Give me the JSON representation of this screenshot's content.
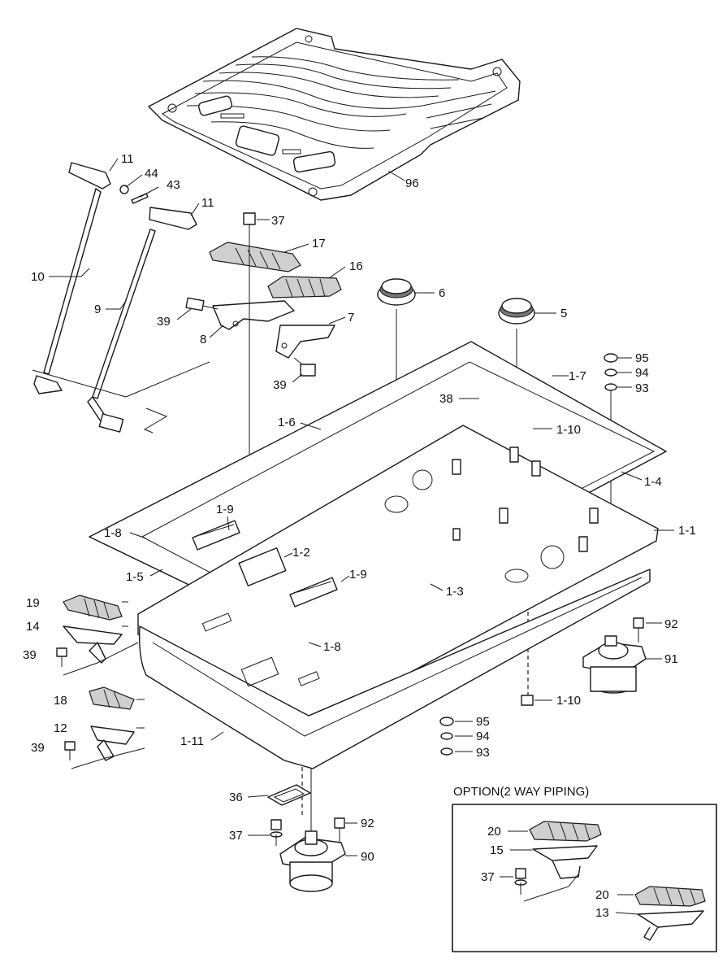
{
  "option_box": {
    "title": "OPTION(2 WAY PIPING)"
  },
  "labels": [
    {
      "id": "p96",
      "text": "96"
    },
    {
      "id": "p11a",
      "text": "11"
    },
    {
      "id": "p44",
      "text": "44"
    },
    {
      "id": "p43",
      "text": "43"
    },
    {
      "id": "p11b",
      "text": "11"
    },
    {
      "id": "p37a",
      "text": "37"
    },
    {
      "id": "p17",
      "text": "17"
    },
    {
      "id": "p16",
      "text": "16"
    },
    {
      "id": "p10",
      "text": "10"
    },
    {
      "id": "p9",
      "text": "9"
    },
    {
      "id": "p39a",
      "text": "39"
    },
    {
      "id": "p8",
      "text": "8"
    },
    {
      "id": "p7",
      "text": "7"
    },
    {
      "id": "p39b",
      "text": "39"
    },
    {
      "id": "p6",
      "text": "6"
    },
    {
      "id": "p5",
      "text": "5"
    },
    {
      "id": "p95a",
      "text": "95"
    },
    {
      "id": "p94a",
      "text": "94"
    },
    {
      "id": "p93a",
      "text": "93"
    },
    {
      "id": "p1-7",
      "text": "1-7"
    },
    {
      "id": "p38",
      "text": "38"
    },
    {
      "id": "p1-10a",
      "text": "1-10"
    },
    {
      "id": "p1-6",
      "text": "1-6"
    },
    {
      "id": "p1-4",
      "text": "1-4"
    },
    {
      "id": "p1-9a",
      "text": "1-9"
    },
    {
      "id": "p1-8a",
      "text": "1-8"
    },
    {
      "id": "p1-1",
      "text": "1-1"
    },
    {
      "id": "p1-2",
      "text": "1-2"
    },
    {
      "id": "p1-5",
      "text": "1-5"
    },
    {
      "id": "p1-9b",
      "text": "1-9"
    },
    {
      "id": "p1-3",
      "text": "1-3"
    },
    {
      "id": "p19",
      "text": "19"
    },
    {
      "id": "p14",
      "text": "14"
    },
    {
      "id": "p1-8b",
      "text": "1-8"
    },
    {
      "id": "p92a",
      "text": "92"
    },
    {
      "id": "p39c",
      "text": "39"
    },
    {
      "id": "p91",
      "text": "91"
    },
    {
      "id": "p18",
      "text": "18"
    },
    {
      "id": "p1-10b",
      "text": "1-10"
    },
    {
      "id": "p12",
      "text": "12"
    },
    {
      "id": "p95b",
      "text": "95"
    },
    {
      "id": "p1-11",
      "text": "1-11"
    },
    {
      "id": "p94b",
      "text": "94"
    },
    {
      "id": "p39d",
      "text": "39"
    },
    {
      "id": "p93b",
      "text": "93"
    },
    {
      "id": "p36",
      "text": "36"
    },
    {
      "id": "p37b",
      "text": "37"
    },
    {
      "id": "p92b",
      "text": "92"
    },
    {
      "id": "p90",
      "text": "90"
    },
    {
      "id": "p20a",
      "text": "20"
    },
    {
      "id": "p15",
      "text": "15"
    },
    {
      "id": "p37c",
      "text": "37"
    },
    {
      "id": "p20b",
      "text": "20"
    },
    {
      "id": "p13",
      "text": "13"
    }
  ]
}
